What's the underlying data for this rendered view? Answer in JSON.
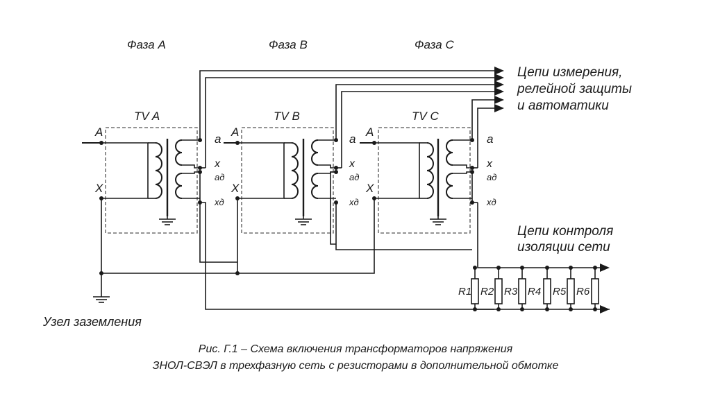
{
  "phases": [
    {
      "label": "Фаза A",
      "tv": "TV A"
    },
    {
      "label": "Фаза B",
      "tv": "TV B"
    },
    {
      "label": "Фаза C",
      "tv": "TV C"
    }
  ],
  "terminals": {
    "primary_start": "A",
    "primary_end": "X",
    "secondary_start": "a",
    "secondary_end": "x",
    "additional_start": "aд",
    "additional_end": "xд"
  },
  "circuits": {
    "measurement_line1": "Цепи измерения,",
    "measurement_line2": "релейной защиты",
    "measurement_line3": "и автоматики",
    "insulation_line1": "Цепи контроля",
    "insulation_line2": "изоляции сети"
  },
  "resistors": [
    "R1",
    "R2",
    "R3",
    "R4",
    "R5",
    "R6"
  ],
  "ground_label": "Узел заземления",
  "caption": {
    "line1": "Рис. Г.1 – Схема включения трансформаторов напряжения",
    "line2": "ЗНОЛ-СВЭЛ в трехфазную сеть с резисторами в дополнительной обмотке"
  }
}
